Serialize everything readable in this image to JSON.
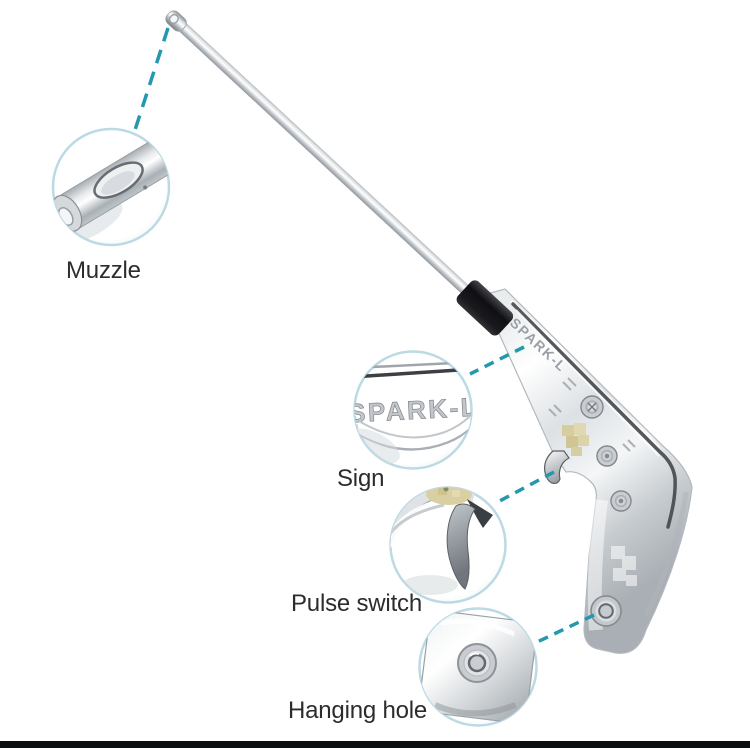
{
  "colors": {
    "background": "#ffffff",
    "connector": "#2398ae",
    "callout_border": "#bcdae4",
    "bottom_bar": "#0b0f11",
    "label_text": "#2b2c2e"
  },
  "product": {
    "engraving": "SPARK-L"
  },
  "callouts": [
    {
      "id": "muzzle",
      "label": "Muzzle"
    },
    {
      "id": "sign",
      "label": "Sign",
      "zoom_text": "SPARK-L"
    },
    {
      "id": "pulse-switch",
      "label": "Pulse switch"
    },
    {
      "id": "hanging-hole",
      "label": "Hanging hole"
    }
  ]
}
